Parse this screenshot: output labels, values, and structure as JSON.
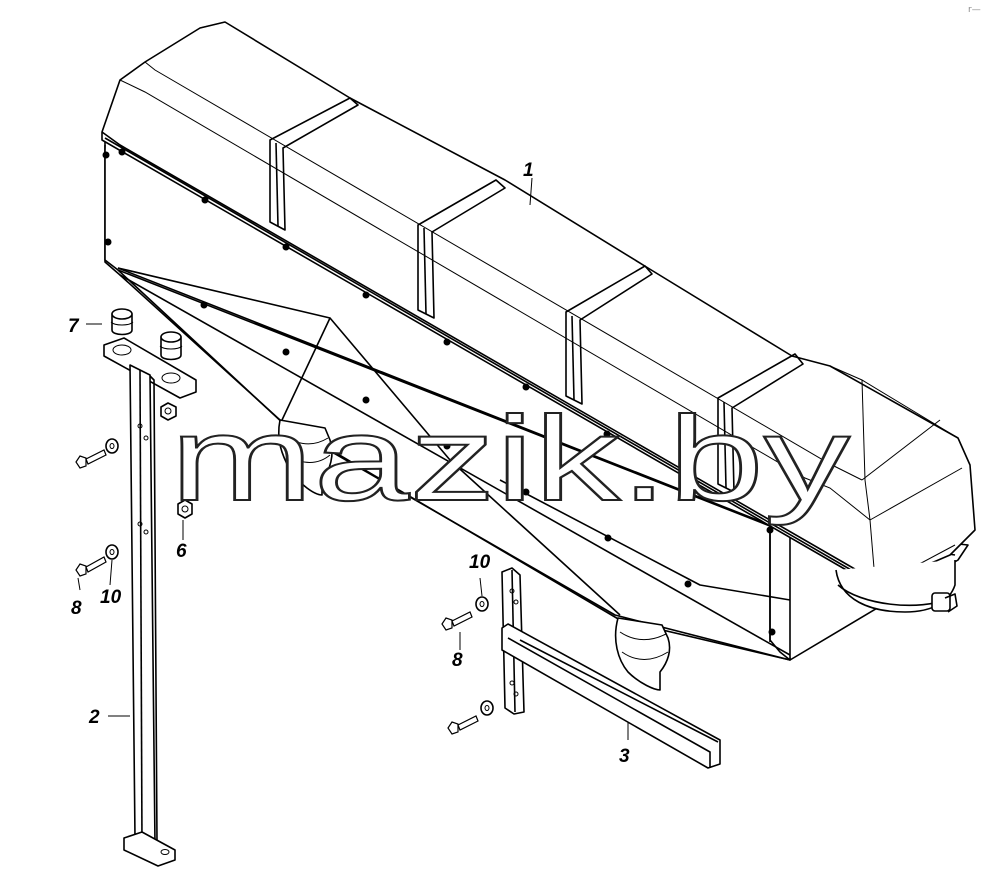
{
  "watermark": "mazik.by",
  "corner_mark": "r—",
  "callouts": [
    {
      "id": "c1",
      "text": "1"
    },
    {
      "id": "c2",
      "text": "2"
    },
    {
      "id": "c3",
      "text": "3"
    },
    {
      "id": "c6",
      "text": "6"
    },
    {
      "id": "c7",
      "text": "7"
    },
    {
      "id": "c8a",
      "text": "8"
    },
    {
      "id": "c10a",
      "text": "10"
    },
    {
      "id": "c10b",
      "text": "10"
    },
    {
      "id": "c8b",
      "text": "8"
    }
  ]
}
